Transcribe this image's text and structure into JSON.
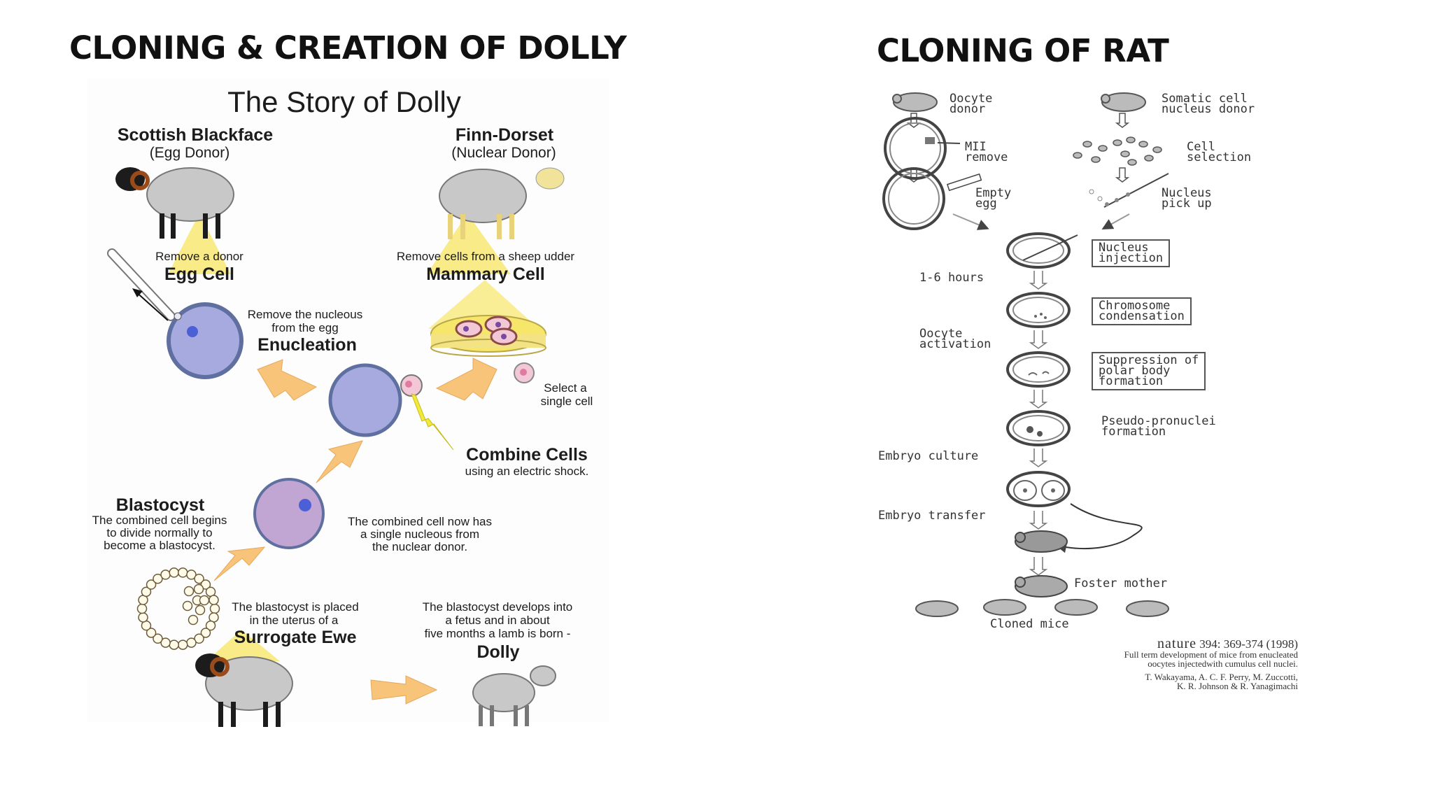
{
  "titles": {
    "left": "CLONING & CREATION OF DOLLY",
    "right": "CLONING OF RAT"
  },
  "dolly": {
    "heading": "The Story of Dolly",
    "egg_donor_name": "Scottish Blackface",
    "egg_donor_role": "(Egg Donor)",
    "nuclear_donor_name": "Finn-Dorset",
    "nuclear_donor_role": "(Nuclear Donor)",
    "remove_donor": "Remove a donor",
    "egg_cell": "Egg Cell",
    "remove_cells": "Remove cells from a sheep udder",
    "mammary_cell": "Mammary Cell",
    "enucleation_note_1": "Remove the nucleous",
    "enucleation_note_2": "from the egg",
    "enucleation": "Enucleation",
    "select_1": "Select a",
    "select_2": "single cell",
    "combine_cells": "Combine Cells",
    "combine_note": "using an electric shock.",
    "blastocyst": "Blastocyst",
    "blastocyst_note_1": "The combined cell begins",
    "blastocyst_note_2": "to divide normally to",
    "blastocyst_note_3": "become a blastocyst.",
    "combined_note_1": "The combined cell now has",
    "combined_note_2": "a single nucleous from",
    "combined_note_3": "the nuclear donor.",
    "placed_1": "The blastocyst is placed",
    "placed_2": "in the uterus of a",
    "surrogate": "Surrogate Ewe",
    "develops_1": "The blastocyst develops into",
    "develops_2": "a fetus and in about",
    "develops_3": "five months a lamb is born -",
    "dolly": "Dolly"
  },
  "rat": {
    "oocyte_donor_1": "Oocyte",
    "oocyte_donor_2": "donor",
    "somatic_1": "Somatic cell",
    "somatic_2": "nucleus donor",
    "mii_1": "MII",
    "mii_2": "remove",
    "cell_sel_1": "Cell",
    "cell_sel_2": "selection",
    "empty_1": "Empty",
    "empty_2": "egg",
    "pick_1": "Nucleus",
    "pick_2": "pick up",
    "injection_1": "Nucleus",
    "injection_2": "injection",
    "hours": "1-6 hours",
    "condensation_1": "Chromosome",
    "condensation_2": "condensation",
    "activation_1": "Oocyte",
    "activation_2": "activation",
    "suppression_1": "Suppression of",
    "suppression_2": "polar body",
    "suppression_3": "formation",
    "pseudo_1": "Pseudo-pronuclei",
    "pseudo_2": "formation",
    "culture": "Embryo culture",
    "transfer": "Embryo transfer",
    "foster": "Foster mother",
    "cloned": "Cloned mice",
    "ref_journal": "nature",
    "ref_pages": "394: 369-374 (1998)",
    "ref_line1": "Full term development of mice from enucleated",
    "ref_line2": "oocytes injectedwith cumulus cell nuclei.",
    "ref_authors1": "T. Wakayama, A. C. F. Perry, M. Zuccotti,",
    "ref_authors2": "K. R. Johnson & R. Yanagimachi"
  },
  "colors": {
    "beam": "#f6e66a",
    "arrow": "#f7c47a",
    "cell_fill": "#a7aadf",
    "cell_ring": "#5f6fa0",
    "sheep_body": "#c8c8c8",
    "blackface": "#1c1c1c",
    "horn": "#9b4a19",
    "bolt": "#f0ea3a"
  }
}
